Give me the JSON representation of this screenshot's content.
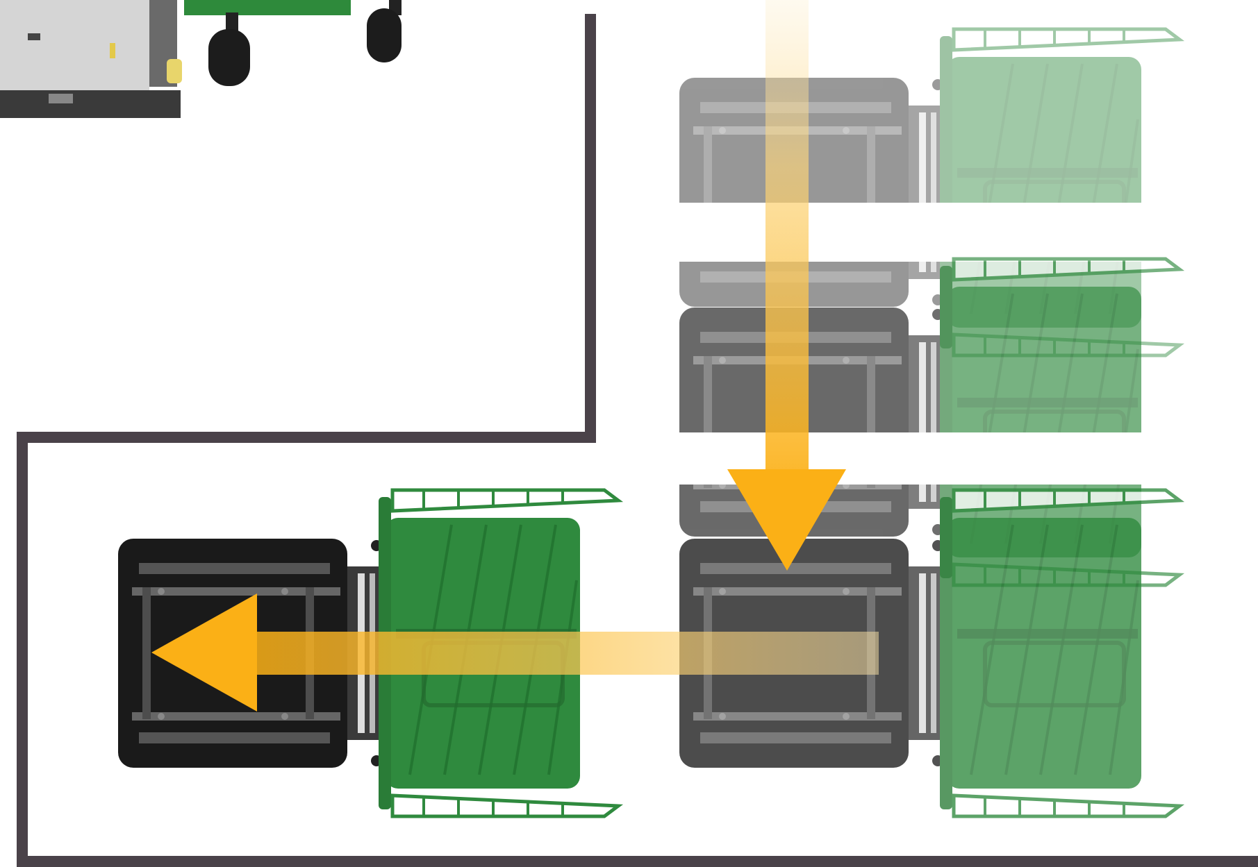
{
  "colors": {
    "background": "#ffffff",
    "wall": "#4a4249",
    "arrow": "#fbb016",
    "arrow_light": "#fde4a8",
    "tug_body": "#1a1a1a",
    "tug_frame": "#555555",
    "cart_green": "#2f8a3e",
    "cart_green_dark": "#1f6e2c",
    "cart_mesh": "#ffffff",
    "machine_grey": "#d7d7d7",
    "wheel": "#1c1c1c"
  },
  "diagram": {
    "description_icon_names": [
      "tug-with-cart-icon",
      "arrow-down-icon",
      "arrow-left-icon",
      "wall-outline-icon",
      "machine-corner-icon"
    ],
    "units": [
      {
        "name": "tug-cart-ghost-top",
        "opacity": 0.45
      },
      {
        "name": "tug-cart-ghost-middle",
        "opacity": 0.65
      },
      {
        "name": "tug-cart-current",
        "opacity": 0.78
      },
      {
        "name": "tug-cart-final",
        "opacity": 1.0
      }
    ]
  }
}
